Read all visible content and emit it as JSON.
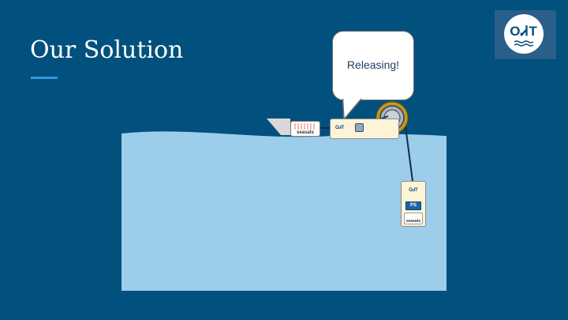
{
  "slide": {
    "title": "Our Solution"
  },
  "logo": {
    "text": "OᏗT",
    "icon": "anchor-waves-icon"
  },
  "bubble": {
    "text": "Releasing!"
  },
  "device": {
    "buoy_brand": "seasats",
    "release_label": "OᏗT"
  },
  "sensor": {
    "top_label": "OᏗT",
    "badge": "PS",
    "brand": "seasats"
  },
  "colors": {
    "background": "#02507e",
    "water": "#9ccdeb",
    "accent_rule": "#2f9ae0",
    "spool_ring": "#c29a1e"
  }
}
